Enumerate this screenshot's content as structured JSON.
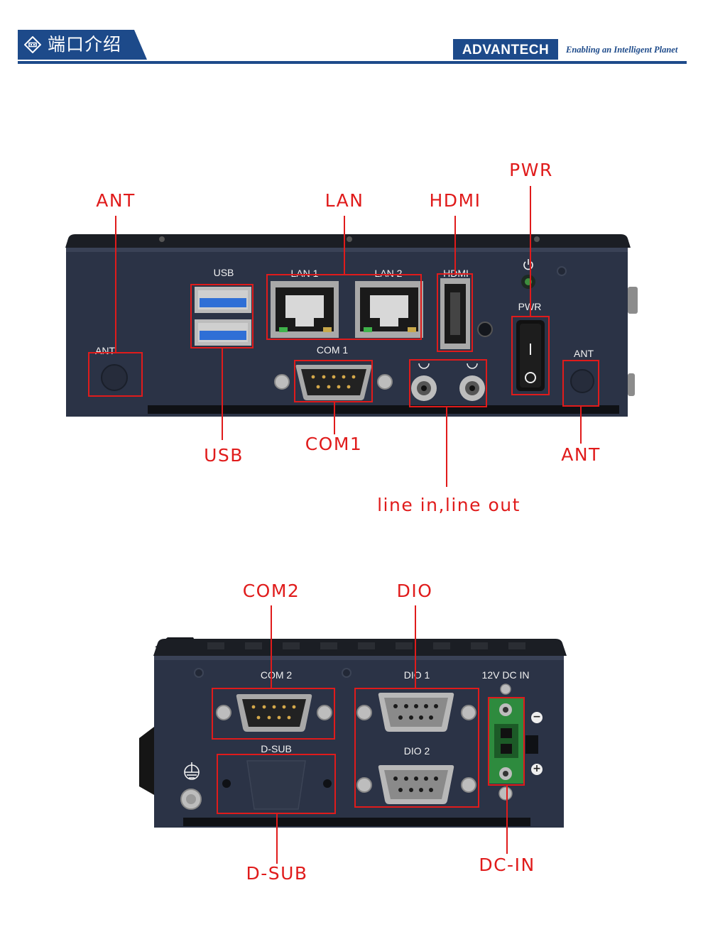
{
  "header": {
    "title": "端口介绍",
    "brand": "ADVANTECH",
    "slogan": "Enabling an Intelligent Planet"
  },
  "front_panel": {
    "silk": {
      "usb": "USB",
      "lan1": "LAN 1",
      "lan2": "LAN 2",
      "hdmi": "HDMI",
      "pwr": "PWR",
      "ant_left": "ANT",
      "ant_right": "ANT",
      "com1": "COM 1"
    },
    "callouts": {
      "ant_left": "ANT",
      "lan": "LAN",
      "hdmi": "HDMI",
      "pwr": "PWR",
      "usb": "USB",
      "com1": "COM1",
      "ant_right": "ANT",
      "audio": "line in,line out"
    }
  },
  "rear_panel": {
    "silk": {
      "com2": "COM 2",
      "dio1": "DIO 1",
      "dio2": "DIO 2",
      "dcin": "12V DC IN",
      "dsub": "D-SUB",
      "minus": "−",
      "plus": "+"
    },
    "callouts": {
      "com2": "COM2",
      "dio": "DIO",
      "dsub": "D-SUB",
      "dcin": "DC-IN"
    }
  },
  "colors": {
    "brand_blue": "#1d4a8a",
    "callout_red": "#e01b1b",
    "chassis": "#2b3346",
    "usb_blue": "#2f6fd6",
    "terminal_green": "#2e8b3e"
  }
}
